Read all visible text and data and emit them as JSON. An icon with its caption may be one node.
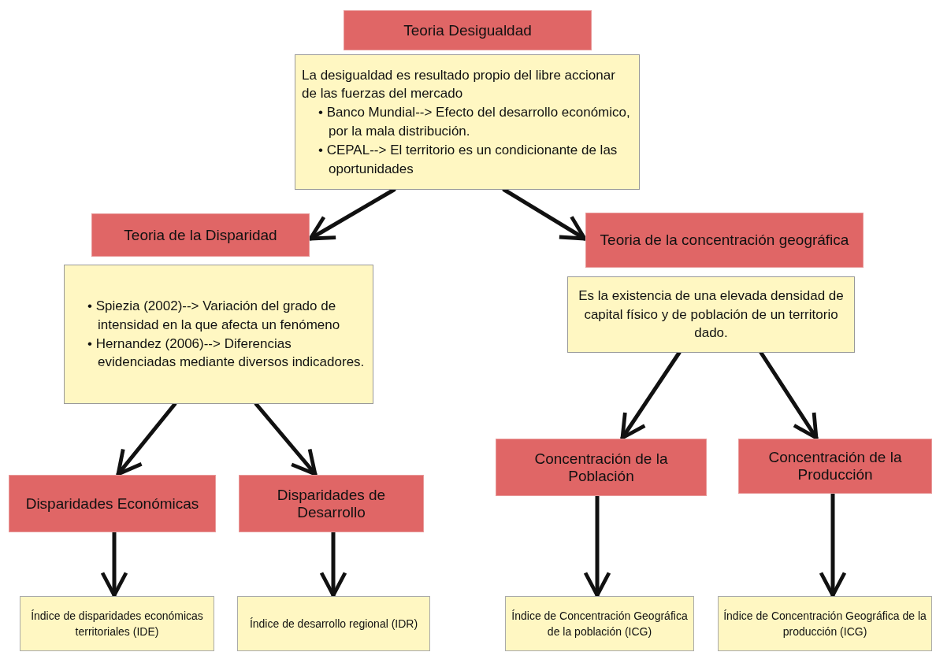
{
  "diagram": {
    "nodes": [
      {
        "text": [
          "Teoria Desigualdad"
        ]
      },
      {
        "text": [
          "La desigualdad es resultado propio del libre accionar de las fuerzas del mercado",
          "• Banco Mundial--> Efecto del desarrollo económico, por la mala distribución.",
          "• CEPAL--> El territorio es un condicionante de las oportunidades"
        ]
      },
      {
        "text": [
          "Teoria de la Disparidad"
        ]
      },
      {
        "text": [
          "• Spiezia (2002)--> Variación del grado de intensidad en la que afecta un fenómeno",
          "• Hernandez (2006)--> Diferencias evidenciadas mediante diversos indicadores."
        ]
      },
      {
        "text": [
          "Teoria de la concentración geográfica"
        ]
      },
      {
        "text": [
          "Es la existencia de una elevada densidad de capital físico y de población de un territorio dado."
        ]
      },
      {
        "text": [
          "Disparidades Económicas"
        ]
      },
      {
        "text": [
          "Disparidades de Desarrollo"
        ]
      },
      {
        "text": [
          "Concentración de la Población"
        ]
      },
      {
        "text": [
          "Concentración de la Producción"
        ]
      },
      {
        "text": [
          "Índice de disparidades económicas territoriales (IDE)"
        ]
      },
      {
        "text": [
          "Índice de desarrollo regional (IDR)"
        ]
      },
      {
        "text": [
          "Índice de Concentración Geográfica de la población (ICG)"
        ]
      },
      {
        "text": [
          "Índice de Concentración Geográfica de la producción (ICG)"
        ]
      }
    ],
    "edges": [
      {
        "from": 1,
        "to": 2,
        "arrow": "to"
      },
      {
        "from": 1,
        "to": 4,
        "arrow": "to"
      },
      {
        "from": 3,
        "to": 6,
        "arrow": "to"
      },
      {
        "from": 3,
        "to": 7,
        "arrow": "to"
      },
      {
        "from": 5,
        "to": 8,
        "arrow": "to"
      },
      {
        "from": 5,
        "to": 9,
        "arrow": "to"
      },
      {
        "from": 6,
        "to": 10,
        "arrow": "to"
      },
      {
        "from": 7,
        "to": 11,
        "arrow": "to"
      },
      {
        "from": 8,
        "to": 12,
        "arrow": "to"
      },
      {
        "from": 9,
        "to": 13,
        "arrow": "to"
      }
    ]
  }
}
